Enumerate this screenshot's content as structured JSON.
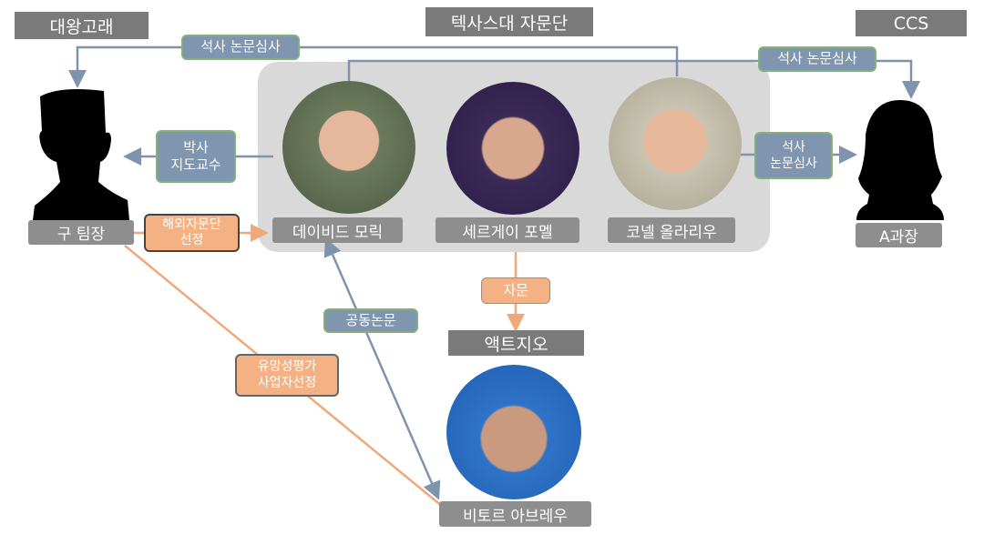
{
  "headers": {
    "daewang": "대왕고래",
    "texas": "텍사스대 자문단",
    "ccs": "CCS",
    "actgeo": "액트지오"
  },
  "people": {
    "gu": "구 팀장",
    "a": "A과장",
    "david": "데이비드 모릭",
    "sergey": "세르게이 포멜",
    "cornel": "코넬 올라리우",
    "vitor": "비토르 아브레우"
  },
  "relations": {
    "masters_top_left": "석사 논문심사",
    "masters_top_right": "석사 논문심사",
    "phd_advisor": "박사\n지도교수",
    "masters_right": "석사\n논문심사",
    "overseas_selection": "해외자문단\n선정",
    "advice": "자문",
    "coauthor": "공동논문",
    "evaluation_selection": "유망성평가\n사업자선정"
  },
  "colors": {
    "blue_line": "#7f93ad",
    "orange_line": "#f0a878",
    "label_gray": "#8e8e8e",
    "header_gray": "#7a7a7a"
  }
}
